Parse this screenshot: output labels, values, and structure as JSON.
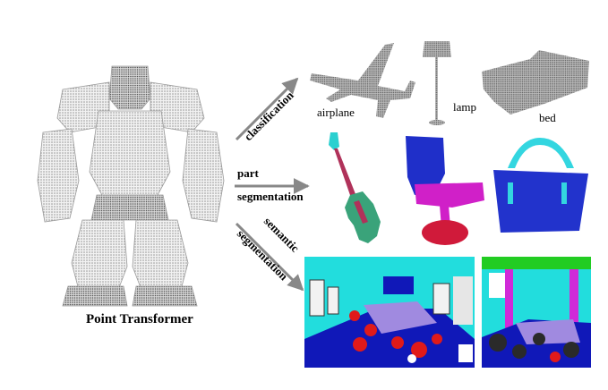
{
  "main_caption": "Point Transformer",
  "tasks": {
    "classification": "classification",
    "part_segmentation_line1": "part",
    "part_segmentation_line2": "segmentation",
    "semantic_segmentation_line1": "semantic",
    "semantic_segmentation_line2": "segmentation"
  },
  "class_labels": {
    "airplane": "airplane",
    "lamp": "lamp",
    "bed": "bed"
  },
  "colors": {
    "point_gray": "#8a8a8a",
    "guitar_body": "#3aa37a",
    "guitar_neck": "#b0325a",
    "guitar_head": "#2ad0d0",
    "chair_back": "#1f2fc9",
    "chair_seat": "#d020c8",
    "chair_base": "#d01a3a",
    "bag_body": "#2233cc",
    "bag_handle": "#33d6e0",
    "room_wall": "#22dddd",
    "room_floor": "#1018b8",
    "room_table": "#a08ae0",
    "room_chair": "#e01a1a",
    "room_board": "#e6e6e6",
    "room_column": "#d02ad8",
    "room2_ceiling": "#22cc22"
  }
}
